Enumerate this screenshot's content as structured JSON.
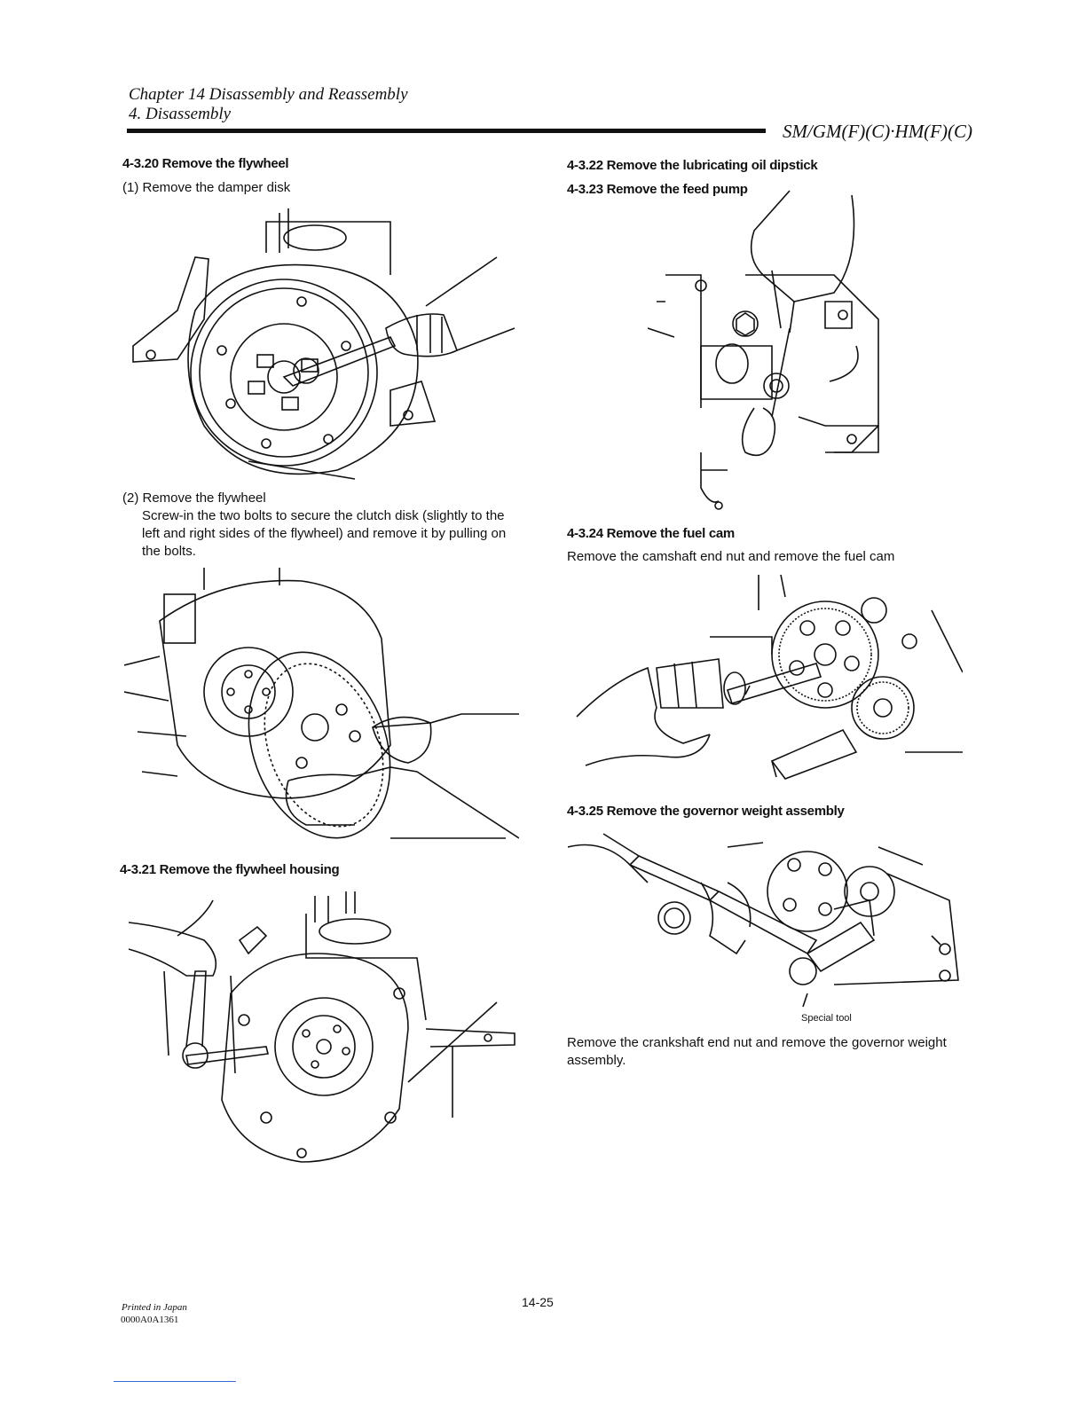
{
  "header": {
    "chapter": "Chapter 14 Disassembly and Reassembly",
    "section": "4. Disassembly",
    "model": "SM/GM(F)(C)·HM(F)(C)"
  },
  "left": {
    "s20_title": "4-3.20 Remove the flywheel",
    "s20_step1": "(1) Remove the damper disk",
    "s20_step2": "(2) Remove the flywheel",
    "s20_step2_text": "Screw-in the two bolts to secure the clutch disk (slightly to the left and right sides of the flywheel) and remove it by pulling on the bolts.",
    "s21_title": "4-3.21 Remove the flywheel housing"
  },
  "right": {
    "s22_title": "4-3.22 Remove the lubricating oil dipstick",
    "s23_title": "4-3.23 Remove the feed pump",
    "s24_title": "4-3.24 Remove the fuel cam",
    "s24_text": "Remove the camshaft end nut and remove the fuel cam",
    "s25_title": "4-3.25 Remove the governor weight assembly",
    "s25_label": "Special tool",
    "s25_text": "Remove the crankshaft end nut and remove the governor weight assembly."
  },
  "footer": {
    "printed": "Printed in Japan",
    "code": "0000A0A1361",
    "page": "14-25"
  }
}
